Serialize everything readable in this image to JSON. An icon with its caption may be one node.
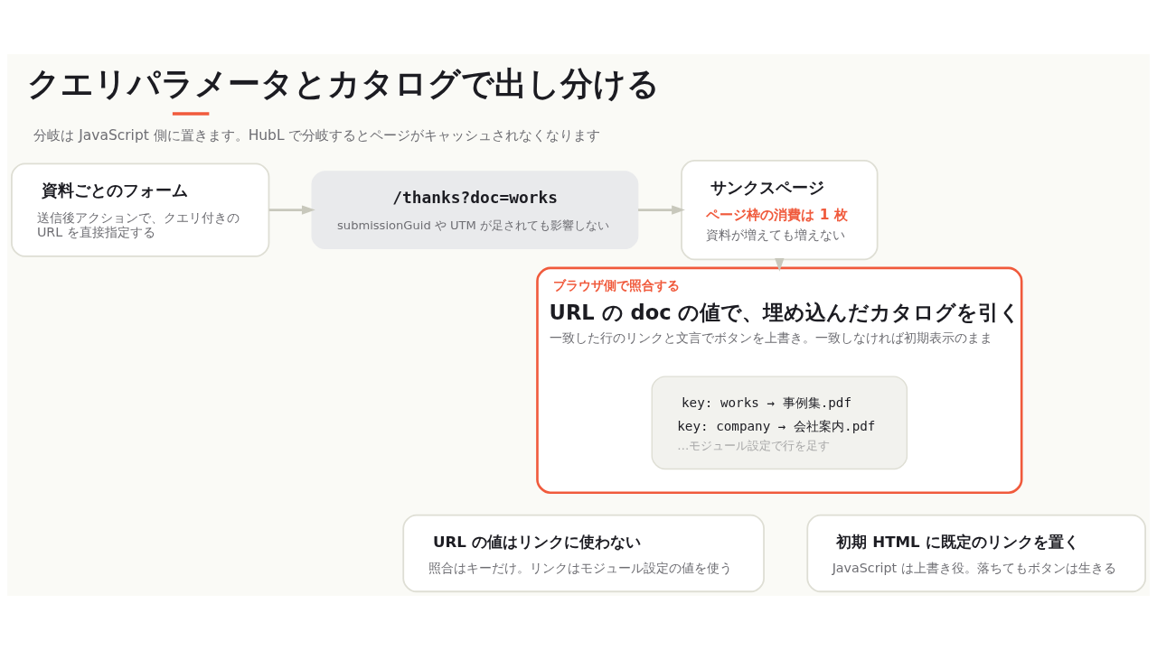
{
  "diagram": {
    "title": "クエリパラメータとカタログで出し分ける",
    "caption": "分岐は JavaScript 側に置きます。HubL で分岐するとページがキャッシュされなくなります",
    "nodes": [
      {
        "text": [
          "資料ごとのフォーム",
          "送信後アクションで、クエリ付きの URL を直接指定する"
        ]
      },
      {
        "text": [
          "/thanks?doc=works",
          "submissionGuid や UTM が足されても影響しない"
        ]
      },
      {
        "text": [
          "サンクスページ",
          "ページ枠の消費は 1 枚",
          "資料が増えても増えない"
        ]
      },
      {
        "text": [
          "ブラウザ側で照合する",
          "URL の doc の値で、埋め込んだカタログを引く",
          "一致した行のリンクと文言でボタンを上書き。一致しなければ初期表示のまま"
        ]
      },
      {
        "text": [
          "key: works → 事例集.pdf",
          "key: company → 会社案内.pdf",
          "…モジュール設定で行を足す"
        ],
        "in": 3
      },
      {
        "text": [
          "URL の値はリンクに使わない",
          "照合はキーだけ。リンクはモジュール設定の値を使う"
        ]
      },
      {
        "text": [
          "初期 HTML に既定のリンクを置く",
          "JavaScript は上書き役。落ちてもボタンは生きる"
        ]
      }
    ],
    "edges": [
      {
        "from": 0,
        "to": 1,
        "arrow": "to"
      },
      {
        "from": 1,
        "to": 2,
        "arrow": "to"
      },
      {
        "from": 2,
        "to": 3,
        "arrow": "to"
      }
    ]
  }
}
